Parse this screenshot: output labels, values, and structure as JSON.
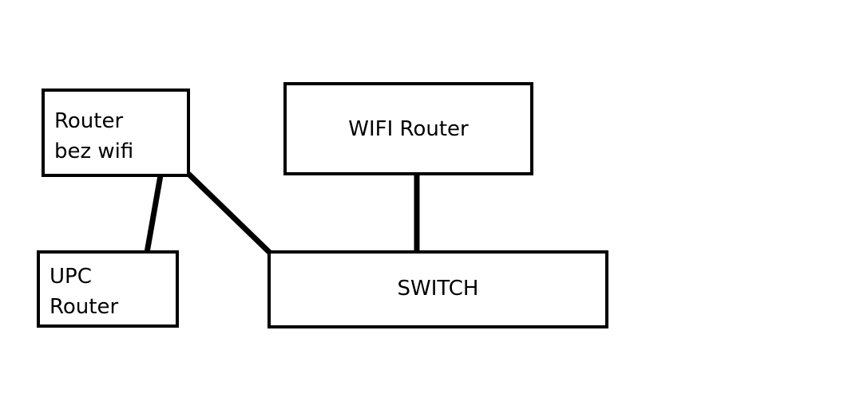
{
  "nodes": {
    "router_bez_wifi": {
      "label": "Router\nbez wifi"
    },
    "upc_router": {
      "label": "UPC\nRouter"
    },
    "wifi_router": {
      "label": "WIFI Router"
    },
    "switch": {
      "label": "SWITCH"
    }
  },
  "edges": [
    {
      "from": "router_bez_wifi",
      "to": "upc_router"
    },
    {
      "from": "router_bez_wifi",
      "to": "switch"
    },
    {
      "from": "wifi_router",
      "to": "switch"
    }
  ],
  "colors": {
    "stroke": "#000000",
    "background": "#ffffff"
  }
}
